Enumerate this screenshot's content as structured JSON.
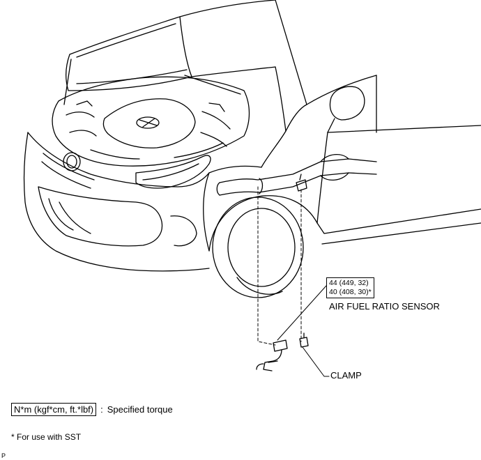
{
  "torque": {
    "line1": "44 (449, 32)",
    "line2": "40 (408, 30)*"
  },
  "labels": {
    "sensor": "AIR FUEL RATIO SENSOR",
    "clamp": "CLAMP"
  },
  "legend": {
    "box_text": "N*m (kgf*cm, ft.*lbf)",
    "sep": ":",
    "description": "Specified torque"
  },
  "note": "* For use with SST",
  "code": "P"
}
